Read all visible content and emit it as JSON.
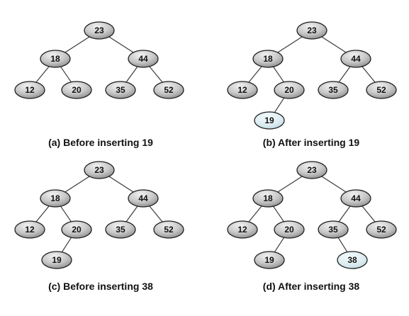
{
  "colors": {
    "node_fill_light": "#f2f2f2",
    "node_fill_dark": "#8a8a8a",
    "highlight_fill_light": "#f4fbfd",
    "highlight_fill_dark": "#b9d6df",
    "outline": "#1e1e1e",
    "edge": "#3a3a3a"
  },
  "panels": [
    {
      "caption": "(a) Before inserting 19",
      "nodes": [
        {
          "id": "n23",
          "label": "23"
        },
        {
          "id": "n18",
          "label": "18"
        },
        {
          "id": "n44",
          "label": "44"
        },
        {
          "id": "n12",
          "label": "12"
        },
        {
          "id": "n20",
          "label": "20"
        },
        {
          "id": "n35",
          "label": "35"
        },
        {
          "id": "n52",
          "label": "52"
        }
      ],
      "edges": [
        [
          "n23",
          "n18"
        ],
        [
          "n23",
          "n44"
        ],
        [
          "n18",
          "n12"
        ],
        [
          "n18",
          "n20"
        ],
        [
          "n44",
          "n35"
        ],
        [
          "n44",
          "n52"
        ]
      ]
    },
    {
      "caption": "(b) After inserting 19",
      "nodes": [
        {
          "id": "n23",
          "label": "23"
        },
        {
          "id": "n18",
          "label": "18"
        },
        {
          "id": "n44",
          "label": "44"
        },
        {
          "id": "n12",
          "label": "12"
        },
        {
          "id": "n20",
          "label": "20"
        },
        {
          "id": "n35",
          "label": "35"
        },
        {
          "id": "n52",
          "label": "52"
        },
        {
          "id": "n19",
          "label": "19",
          "highlight": true
        }
      ],
      "edges": [
        [
          "n23",
          "n18"
        ],
        [
          "n23",
          "n44"
        ],
        [
          "n18",
          "n12"
        ],
        [
          "n18",
          "n20"
        ],
        [
          "n44",
          "n35"
        ],
        [
          "n44",
          "n52"
        ],
        [
          "n20",
          "n19"
        ]
      ]
    },
    {
      "caption": "(c) Before inserting 38",
      "nodes": [
        {
          "id": "n23",
          "label": "23"
        },
        {
          "id": "n18",
          "label": "18"
        },
        {
          "id": "n44",
          "label": "44"
        },
        {
          "id": "n12",
          "label": "12"
        },
        {
          "id": "n20",
          "label": "20"
        },
        {
          "id": "n35",
          "label": "35"
        },
        {
          "id": "n52",
          "label": "52"
        },
        {
          "id": "n19",
          "label": "19"
        }
      ],
      "edges": [
        [
          "n23",
          "n18"
        ],
        [
          "n23",
          "n44"
        ],
        [
          "n18",
          "n12"
        ],
        [
          "n18",
          "n20"
        ],
        [
          "n44",
          "n35"
        ],
        [
          "n44",
          "n52"
        ],
        [
          "n20",
          "n19"
        ]
      ]
    },
    {
      "caption": "(d) After inserting 38",
      "nodes": [
        {
          "id": "n23",
          "label": "23"
        },
        {
          "id": "n18",
          "label": "18"
        },
        {
          "id": "n44",
          "label": "44"
        },
        {
          "id": "n12",
          "label": "12"
        },
        {
          "id": "n20",
          "label": "20"
        },
        {
          "id": "n35",
          "label": "35"
        },
        {
          "id": "n52",
          "label": "52"
        },
        {
          "id": "n19",
          "label": "19"
        },
        {
          "id": "n38",
          "label": "38",
          "highlight": true
        }
      ],
      "edges": [
        [
          "n23",
          "n18"
        ],
        [
          "n23",
          "n44"
        ],
        [
          "n18",
          "n12"
        ],
        [
          "n18",
          "n20"
        ],
        [
          "n44",
          "n35"
        ],
        [
          "n44",
          "n52"
        ],
        [
          "n20",
          "n19"
        ],
        [
          "n35",
          "n38"
        ]
      ]
    }
  ]
}
